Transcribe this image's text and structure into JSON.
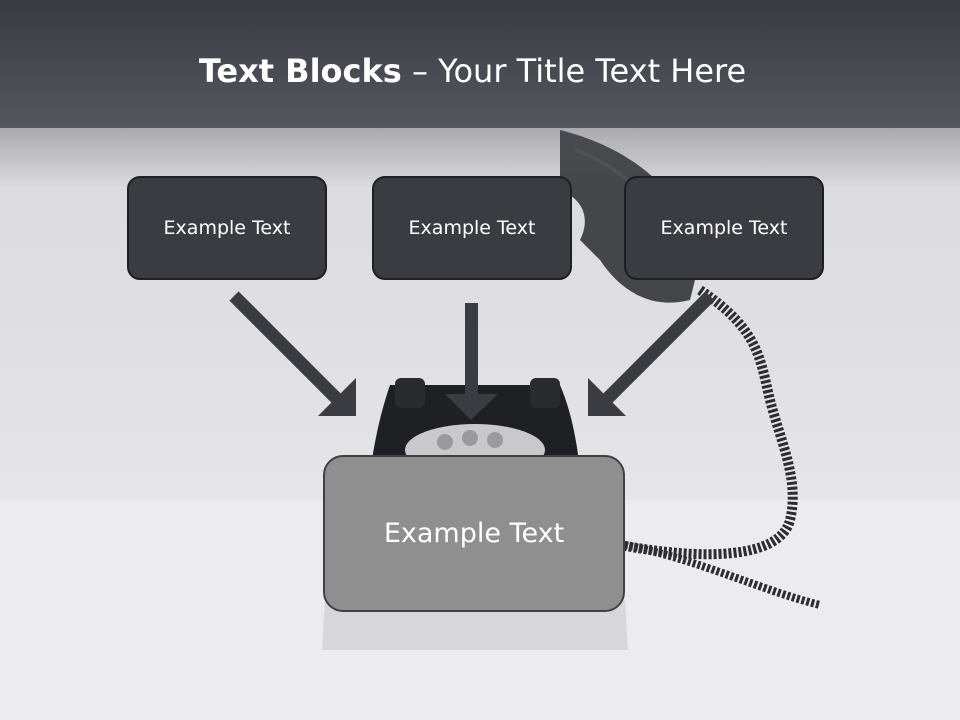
{
  "slide": {
    "title_bold": "Text Blocks",
    "title_separator": " – ",
    "title_rest": "Your Title Text Here"
  },
  "blocks": [
    {
      "label": "Example Text"
    },
    {
      "label": "Example Text"
    },
    {
      "label": "Example Text"
    }
  ],
  "main_block": {
    "label": "Example Text"
  },
  "colors": {
    "header": "#45464d",
    "block_fill": "#3b3c42",
    "main_block_fill": "#8f8f8f",
    "arrow": "#3b3c42"
  }
}
